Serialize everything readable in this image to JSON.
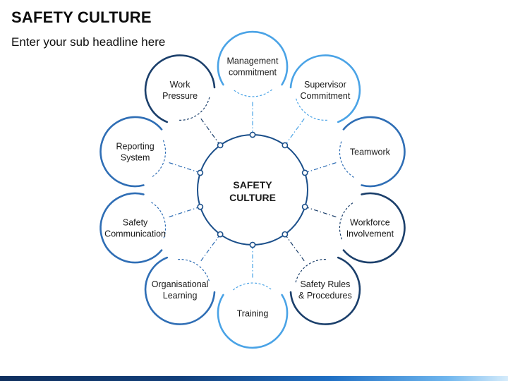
{
  "header": {
    "title": "SAFETY CULTURE",
    "subtitle": "Enter your sub headline here"
  },
  "center": {
    "lines": [
      "SAFETY",
      "CULTURE"
    ]
  },
  "colors": {
    "dark": "#1b3f6b",
    "mid": "#2f6eb5",
    "light": "#4aa3e6",
    "inner_ring": "#1b4f8a"
  },
  "nodes": [
    {
      "lines": [
        "Management",
        "commitment"
      ],
      "tone": "light"
    },
    {
      "lines": [
        "Supervisor",
        "Commitment"
      ],
      "tone": "light"
    },
    {
      "lines": [
        "Teamwork"
      ],
      "tone": "mid"
    },
    {
      "lines": [
        "Workforce",
        "Involvement"
      ],
      "tone": "dark"
    },
    {
      "lines": [
        "Safety Rules",
        "& Procedures"
      ],
      "tone": "dark"
    },
    {
      "lines": [
        "Training"
      ],
      "tone": "light"
    },
    {
      "lines": [
        "Organisational",
        "Learning"
      ],
      "tone": "mid"
    },
    {
      "lines": [
        "Safety",
        "Communication"
      ],
      "tone": "mid"
    },
    {
      "lines": [
        "Reporting",
        "System"
      ],
      "tone": "mid"
    },
    {
      "lines": [
        "Work",
        "Pressure"
      ],
      "tone": "dark"
    }
  ]
}
